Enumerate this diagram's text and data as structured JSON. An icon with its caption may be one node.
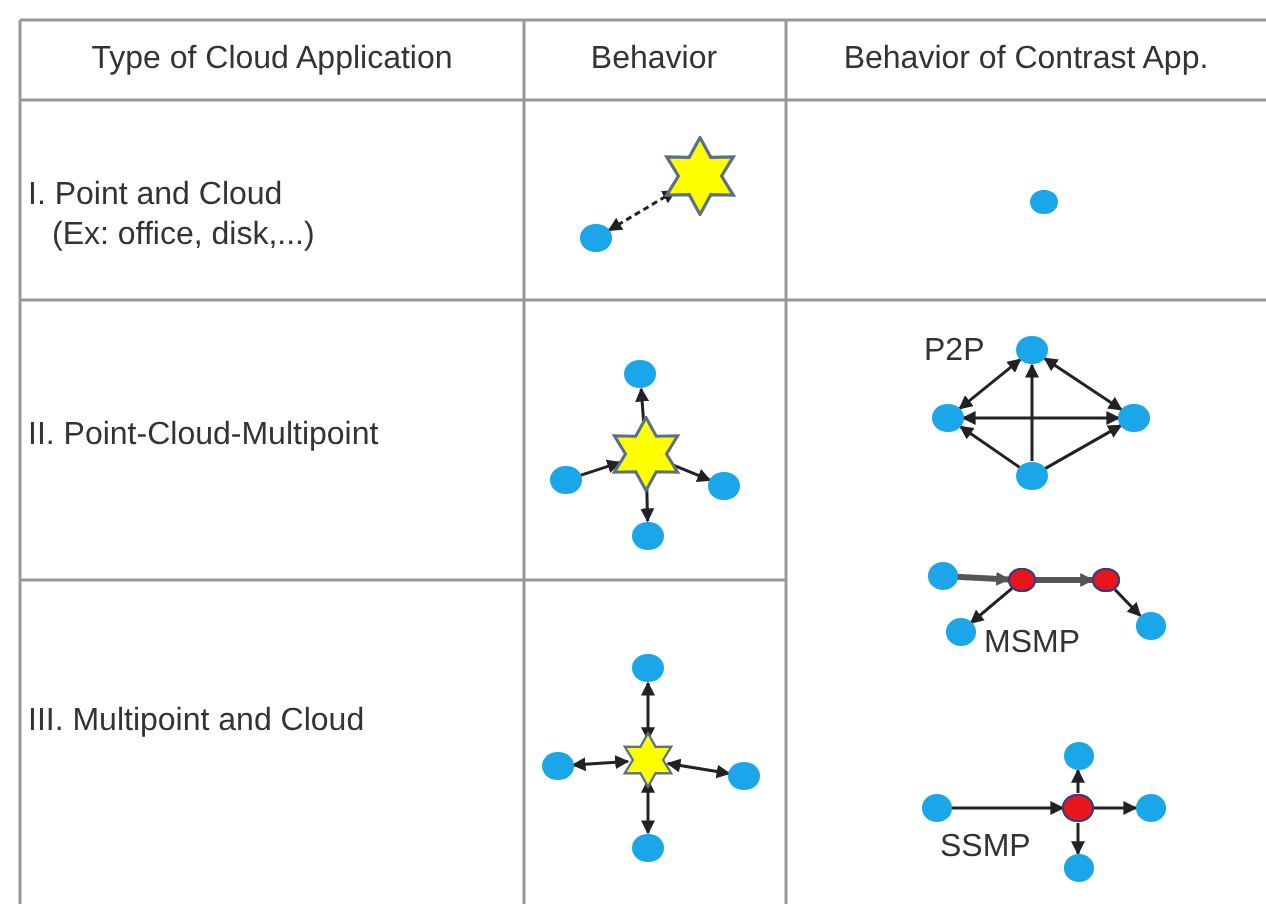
{
  "diagram": {
    "nodes": [
      {
        "text": [],
        "shape": "star"
      },
      {
        "text": [],
        "shape": "circle"
      },
      {
        "text": [],
        "shape": "circle"
      },
      {
        "text": [],
        "shape": "circle"
      },
      {
        "text": [],
        "shape": "circle"
      },
      {
        "text": [],
        "shape": "star"
      },
      {
        "text": [],
        "shape": "circle"
      },
      {
        "text": [],
        "shape": "circle"
      },
      {
        "text": [],
        "shape": "circle"
      },
      {
        "text": [],
        "shape": "circle"
      },
      {
        "text": [],
        "shape": "circle"
      },
      {
        "text": [],
        "shape": "circle"
      },
      {
        "text": [],
        "shape": "circle"
      },
      {
        "text": [],
        "shape": "circle"
      },
      {
        "text": [],
        "shape": "circle"
      },
      {
        "text": [],
        "shape": "circle"
      },
      {
        "text": [],
        "shape": "circle"
      },
      {
        "text": [],
        "shape": "circle"
      },
      {
        "text": [],
        "shape": "circle"
      },
      {
        "text": [],
        "shape": "star"
      },
      {
        "text": [],
        "shape": "circle"
      },
      {
        "text": [],
        "shape": "circle"
      },
      {
        "text": [],
        "shape": "circle"
      },
      {
        "text": [],
        "shape": "circle"
      },
      {
        "text": [],
        "shape": "circle"
      },
      {
        "text": [],
        "shape": "circle"
      },
      {
        "text": [],
        "shape": "circle"
      }
    ],
    "edges": [
      {
        "from": 1,
        "to": 0,
        "arrow": "both",
        "style": "dashed"
      },
      {
        "from": 4,
        "to": 5,
        "arrow": "to"
      },
      {
        "from": 5,
        "to": 3,
        "arrow": "to"
      },
      {
        "from": 5,
        "to": 6,
        "arrow": "to"
      },
      {
        "from": 5,
        "to": 7,
        "arrow": "to"
      },
      {
        "from": 8,
        "to": 9,
        "arrow": "both"
      },
      {
        "from": 8,
        "to": 10,
        "arrow": "both"
      },
      {
        "from": 9,
        "to": 10,
        "arrow": "both"
      },
      {
        "from": 11,
        "to": 8,
        "arrow": "to"
      },
      {
        "from": 11,
        "to": 9,
        "arrow": "to"
      },
      {
        "from": 11,
        "to": 10,
        "arrow": "to"
      },
      {
        "from": 12,
        "to": 13,
        "arrow": "to",
        "style": "thick"
      },
      {
        "from": 13,
        "to": 14,
        "arrow": "to",
        "style": "thick"
      },
      {
        "from": 13,
        "to": 15,
        "arrow": "to"
      },
      {
        "from": 14,
        "to": 16,
        "arrow": "to"
      },
      {
        "from": 19,
        "to": 17,
        "arrow": "both"
      },
      {
        "from": 19,
        "to": 18,
        "arrow": "both"
      },
      {
        "from": 19,
        "to": 20,
        "arrow": "both"
      },
      {
        "from": 19,
        "to": 21,
        "arrow": "both"
      },
      {
        "from": 23,
        "to": 24,
        "arrow": "to"
      },
      {
        "from": 24,
        "to": 22,
        "arrow": "to"
      },
      {
        "from": 24,
        "to": 25,
        "arrow": "to"
      },
      {
        "from": 24,
        "to": 26,
        "arrow": "to"
      }
    ],
    "labels": [
      "Type of Cloud Application",
      "Behavior",
      "Behavior of Contrast  App.",
      "I. Point and Cloud",
      "(Ex: office, disk,...)",
      "II. Point-Cloud-Multipoint",
      "P2P",
      "MSMP",
      "III. Multipoint and Cloud",
      "SSMP"
    ]
  }
}
